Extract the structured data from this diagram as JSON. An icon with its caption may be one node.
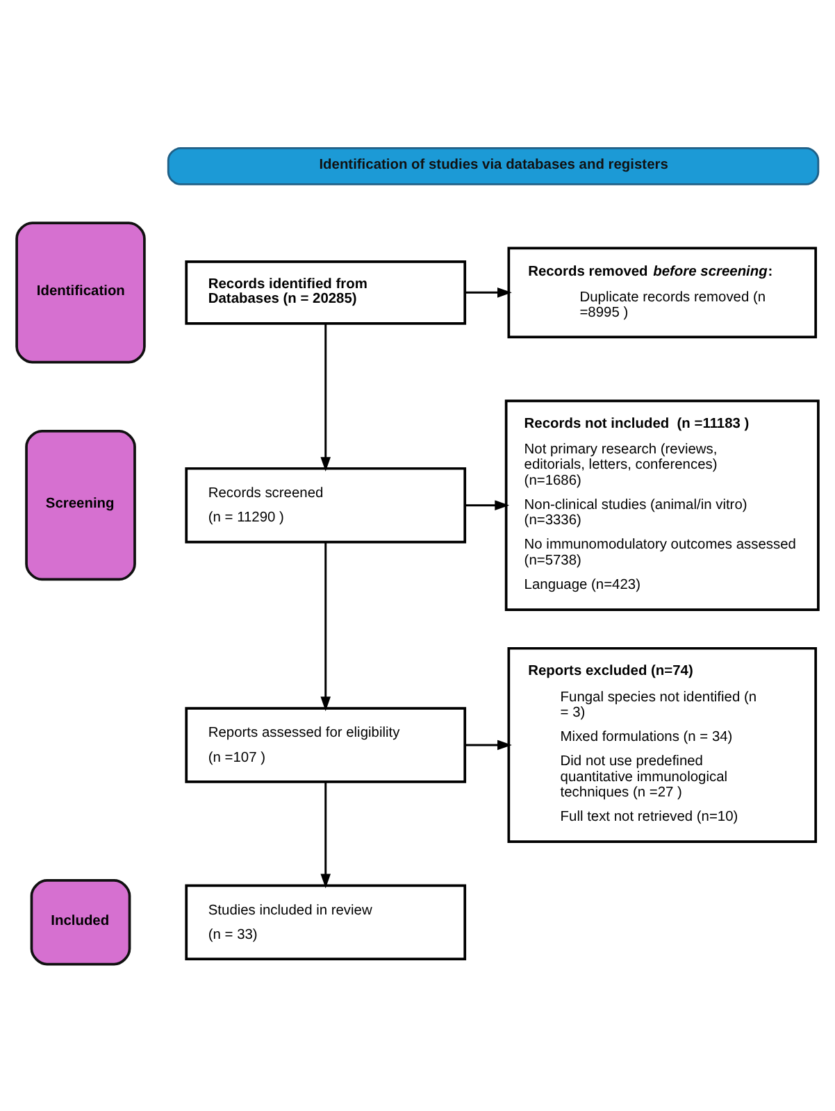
{
  "diagram": {
    "nodes": [
      {
        "text": [
          "Identification of studies via databases and registers"
        ]
      },
      {
        "text": [
          "Identification"
        ]
      },
      {
        "text": [
          "Records identified from Databases (n = 20285)"
        ]
      },
      {
        "text": [
          "Records removed *before screening*:",
          "Duplicate records removed (n =8995 )"
        ]
      },
      {
        "text": [
          "Screening"
        ]
      },
      {
        "text": [
          "Records screened",
          "(n = 11290 )"
        ]
      },
      {
        "text": [
          "Records not included  (n =11183 )",
          "Not primary research (reviews, editorials, letters, conferences) (n=1686)",
          "Non-clinical studies (animal/in vitro) (n=3336)",
          "No immunomodulatory outcomes assessed (n=5738)",
          "Language (n=423)"
        ]
      },
      {
        "text": [
          "Reports assessed for eligibility",
          "(n =107 )"
        ]
      },
      {
        "text": [
          "Reports excluded (n=74)",
          "Fungal species not identified (n = 3)",
          "Mixed formulations (n = 34)",
          "Did not use predefined quantitative immunological techniques (n =27 )",
          "Full text not retrieved (n=10)"
        ]
      },
      {
        "text": [
          "Included"
        ]
      },
      {
        "text": [
          "Studies included in review",
          "(n = 33)"
        ]
      }
    ],
    "edges": [
      {
        "from": 2,
        "to": 3,
        "arrow": "to"
      },
      {
        "from": 2,
        "to": 5,
        "arrow": "to"
      },
      {
        "from": 5,
        "to": 6,
        "arrow": "to"
      },
      {
        "from": 5,
        "to": 7,
        "arrow": "to"
      },
      {
        "from": 7,
        "to": 8,
        "arrow": "to"
      },
      {
        "from": 7,
        "to": 10,
        "arrow": "to"
      }
    ]
  }
}
